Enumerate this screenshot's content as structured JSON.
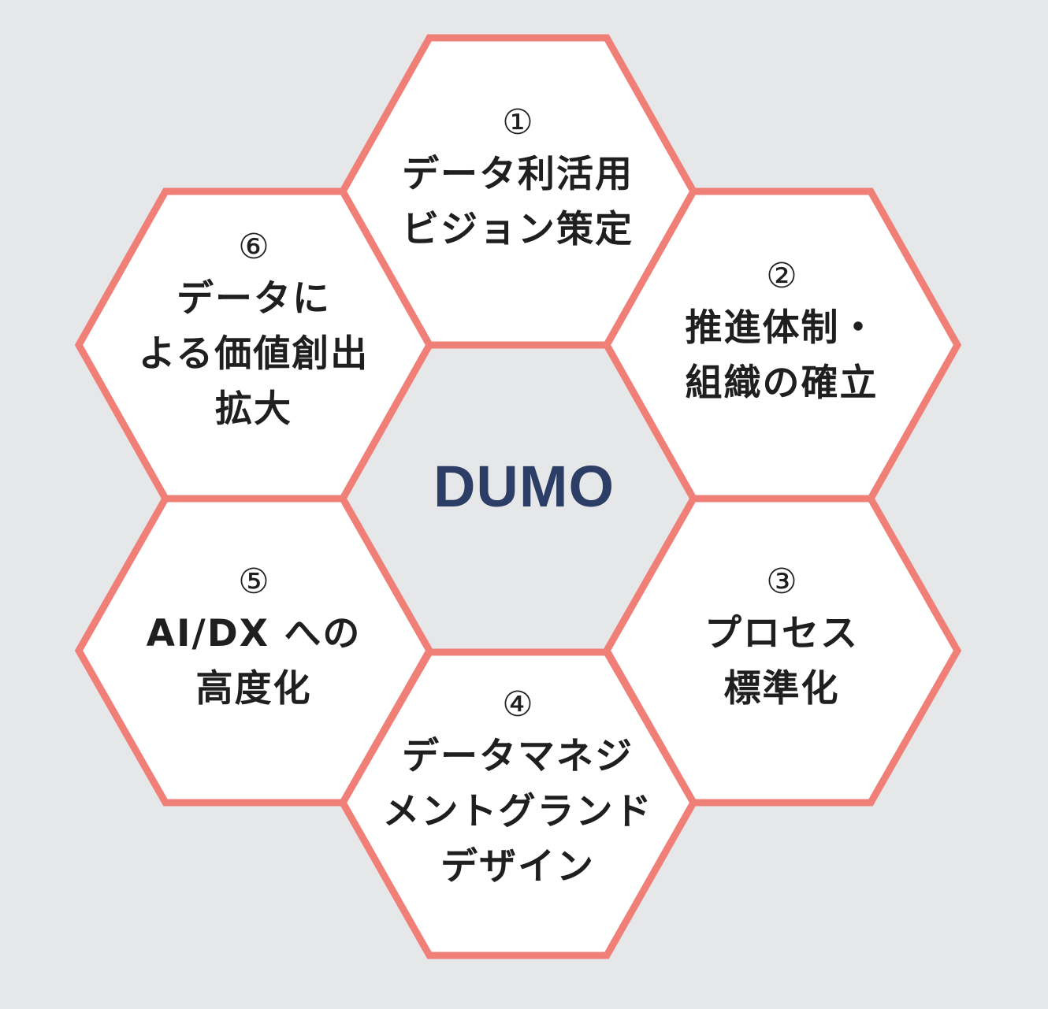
{
  "colors": {
    "background": "#e6e7e9",
    "hex_fill": "#ffffff",
    "hex_stroke": "#f08077",
    "center_text": "#2c3e66"
  },
  "center": {
    "label": "DUMO"
  },
  "hexes": [
    {
      "num": "①",
      "lines": [
        "データ利活用",
        "ビジョン策定"
      ]
    },
    {
      "num": "②",
      "lines": [
        "推進体制・",
        "組織の確立"
      ]
    },
    {
      "num": "③",
      "lines": [
        "プロセス",
        "標準化"
      ]
    },
    {
      "num": "④",
      "lines": [
        "データマネジ",
        "メントグランド",
        "デザイン"
      ]
    },
    {
      "num": "⑤",
      "lines": [
        "AI/DX への",
        "高度化"
      ]
    },
    {
      "num": "⑥",
      "lines": [
        "データに",
        "よる価値創出",
        "拡大"
      ]
    }
  ]
}
